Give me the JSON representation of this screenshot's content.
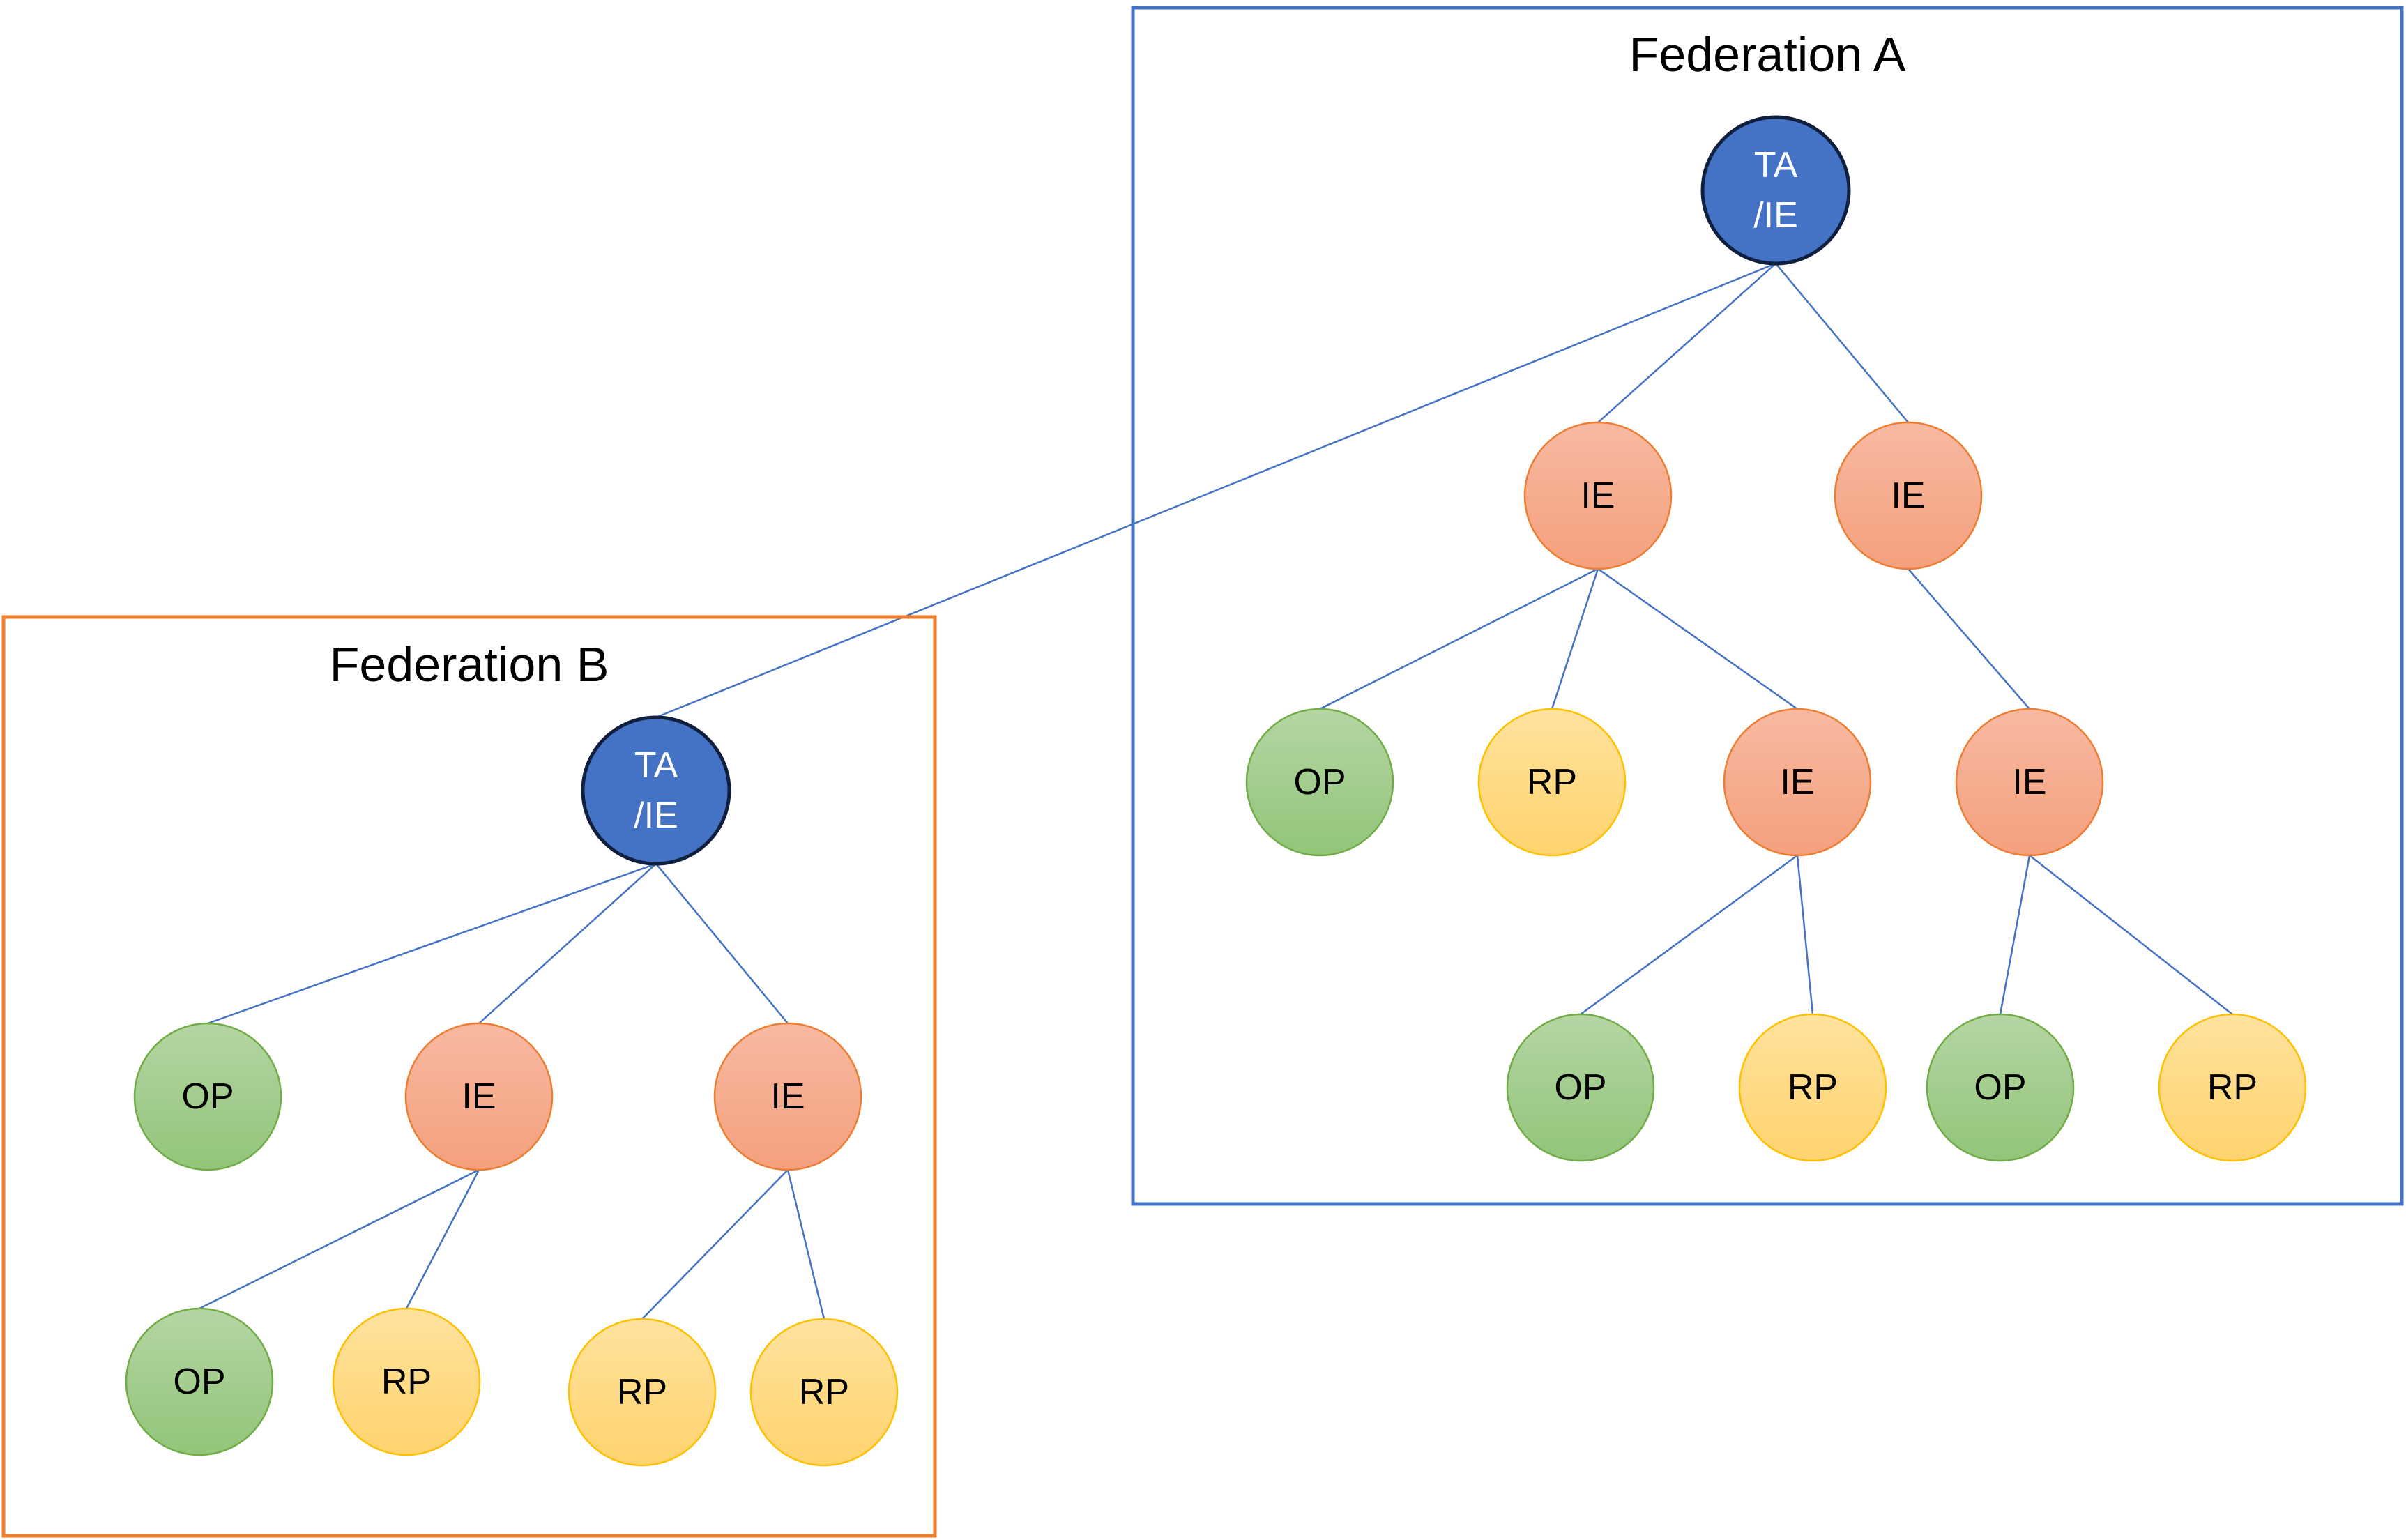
{
  "federations": [
    {
      "id": "fedA",
      "title": "Federation A",
      "border_color": "#4472C4"
    },
    {
      "id": "fedB",
      "title": "Federation B",
      "border_color": "#ED7D31"
    }
  ],
  "node_styles": {
    "ta": {
      "fill_top": "#4472C4",
      "fill_bottom": "#4472C4",
      "stroke": "#0F1F3D",
      "text": "#ffffff"
    },
    "ie": {
      "fill_top": "#F8B9A1",
      "fill_bottom": "#F4A07E",
      "stroke": "#ED7D31",
      "text": "#000000"
    },
    "op": {
      "fill_top": "#B5D5A3",
      "fill_bottom": "#92C57A",
      "stroke": "#70AD47",
      "text": "#000000"
    },
    "rp": {
      "fill_top": "#FFE29E",
      "fill_bottom": "#FFD36E",
      "stroke": "#FFC000",
      "text": "#000000"
    }
  },
  "edge_color": "#4472C4",
  "nodes": [
    {
      "id": "a_ta",
      "type": "ta",
      "lines": [
        "TA",
        "/IE"
      ]
    },
    {
      "id": "a_ie1",
      "type": "ie",
      "lines": [
        "IE"
      ]
    },
    {
      "id": "a_ie2",
      "type": "ie",
      "lines": [
        "IE"
      ]
    },
    {
      "id": "a_op1",
      "type": "op",
      "lines": [
        "OP"
      ]
    },
    {
      "id": "a_rp1",
      "type": "rp",
      "lines": [
        "RP"
      ]
    },
    {
      "id": "a_ie3",
      "type": "ie",
      "lines": [
        "IE"
      ]
    },
    {
      "id": "a_ie4",
      "type": "ie",
      "lines": [
        "IE"
      ]
    },
    {
      "id": "a_op2",
      "type": "op",
      "lines": [
        "OP"
      ]
    },
    {
      "id": "a_rp2",
      "type": "rp",
      "lines": [
        "RP"
      ]
    },
    {
      "id": "a_op3",
      "type": "op",
      "lines": [
        "OP"
      ]
    },
    {
      "id": "a_rp3",
      "type": "rp",
      "lines": [
        "RP"
      ]
    },
    {
      "id": "b_ta",
      "type": "ta",
      "lines": [
        "TA",
        "/IE"
      ]
    },
    {
      "id": "b_op1",
      "type": "op",
      "lines": [
        "OP"
      ]
    },
    {
      "id": "b_ie1",
      "type": "ie",
      "lines": [
        "IE"
      ]
    },
    {
      "id": "b_ie2",
      "type": "ie",
      "lines": [
        "IE"
      ]
    },
    {
      "id": "b_op2",
      "type": "op",
      "lines": [
        "OP"
      ]
    },
    {
      "id": "b_rp1",
      "type": "rp",
      "lines": [
        "RP"
      ]
    },
    {
      "id": "b_rp2",
      "type": "rp",
      "lines": [
        "RP"
      ]
    },
    {
      "id": "b_rp3",
      "type": "rp",
      "lines": [
        "RP"
      ]
    }
  ],
  "edges": [
    [
      "a_ta",
      "a_ie1"
    ],
    [
      "a_ta",
      "a_ie2"
    ],
    [
      "a_ta",
      "b_ta"
    ],
    [
      "a_ie1",
      "a_op1"
    ],
    [
      "a_ie1",
      "a_rp1"
    ],
    [
      "a_ie1",
      "a_ie3"
    ],
    [
      "a_ie2",
      "a_ie4"
    ],
    [
      "a_ie3",
      "a_op2"
    ],
    [
      "a_ie3",
      "a_rp2"
    ],
    [
      "a_ie4",
      "a_op3"
    ],
    [
      "a_ie4",
      "a_rp3"
    ],
    [
      "b_ta",
      "b_op1"
    ],
    [
      "b_ta",
      "b_ie1"
    ],
    [
      "b_ta",
      "b_ie2"
    ],
    [
      "b_ie1",
      "b_op2"
    ],
    [
      "b_ie1",
      "b_rp1"
    ],
    [
      "b_ie2",
      "b_rp2"
    ],
    [
      "b_ie2",
      "b_rp3"
    ]
  ]
}
